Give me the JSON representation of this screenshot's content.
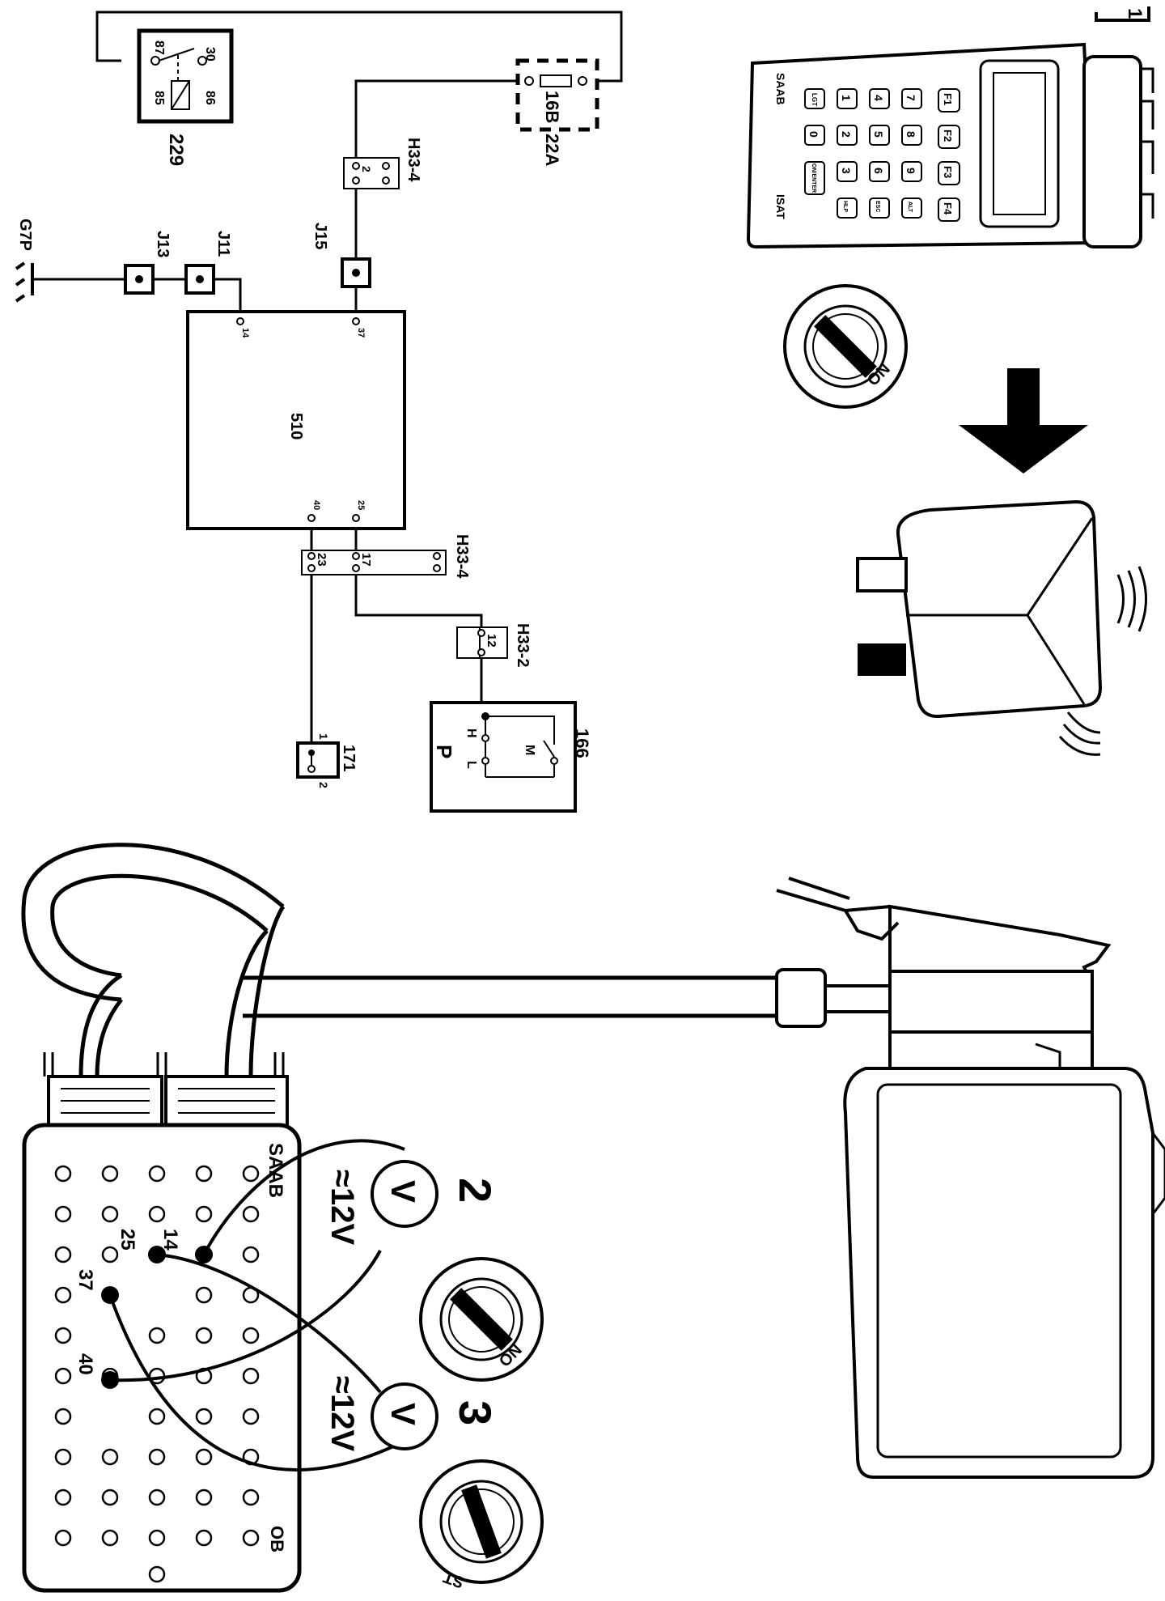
{
  "wiring": {
    "relay_id": "229",
    "relay_pins": [
      "30",
      "86",
      "87",
      "85"
    ],
    "fuse_id": "22A",
    "fuse_rating": "16B",
    "connector_top": "H33-4",
    "connector_top_pin": "2",
    "ground": "G7P",
    "junctions": [
      "J13",
      "J11",
      "J15"
    ],
    "ecu_id": "510",
    "ecu_pins": [
      "14",
      "37",
      "40",
      "25"
    ],
    "connector_bottom": "H33-4",
    "connector_bottom_pins": [
      "23",
      "17"
    ],
    "connector_side": "H33-2",
    "connector_side_pin": "12",
    "switch_id": "166",
    "switch_labels": [
      "M",
      "H",
      "L",
      "P"
    ],
    "sensor_id": "171",
    "sensor_pins": [
      "1",
      "2"
    ]
  },
  "scanner": {
    "brand": "SAAB",
    "model": "ISAT",
    "keys": [
      "LGT",
      "0",
      "1",
      "2",
      "3",
      "4",
      "5",
      "6",
      "7",
      "8",
      "9",
      "ON/ENTER",
      "HLP",
      "ESC",
      "ALT",
      "F1",
      "F2",
      "F3",
      "F4"
    ]
  },
  "ignition": {
    "pos_on": "ON",
    "pos_start": "ST"
  },
  "steps": {
    "step1": "1",
    "step2": "2",
    "step3": "3"
  },
  "breakout": {
    "brand": "SAAB",
    "footer": "OB",
    "pins": [
      "14",
      "25",
      "37",
      "40"
    ]
  },
  "meters": {
    "symbol": "V",
    "reading": "≈12V"
  }
}
